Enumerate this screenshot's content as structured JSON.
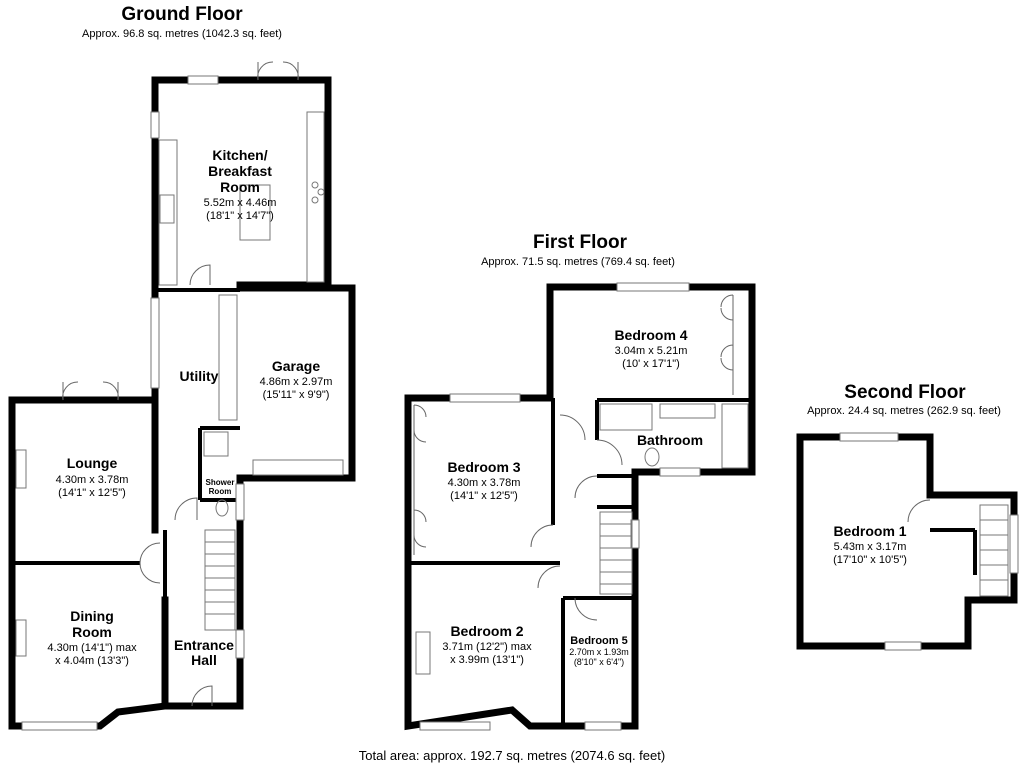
{
  "floors": {
    "ground": {
      "title": "Ground Floor",
      "area": "Approx. 96.8 sq. metres (1042.3 sq. feet)"
    },
    "first": {
      "title": "First Floor",
      "area": "Approx. 71.5 sq. metres (769.4 sq. feet)"
    },
    "second": {
      "title": "Second Floor",
      "area": "Approx. 24.4 sq. metres (262.9 sq. feet)"
    }
  },
  "rooms": {
    "kitchen": {
      "name1": "Kitchen/",
      "name2": "Breakfast",
      "name3": "Room",
      "dim1": "5.52m x 4.46m",
      "dim2": "(18'1\" x 14'7\")"
    },
    "utility": {
      "name": "Utility"
    },
    "garage": {
      "name": "Garage",
      "dim1": "4.86m x 2.97m",
      "dim2": "(15'11\" x 9'9\")"
    },
    "lounge": {
      "name": "Lounge",
      "dim1": "4.30m x 3.78m",
      "dim2": "(14'1\" x 12'5\")"
    },
    "shower": {
      "name1": "Shower",
      "name2": "Room"
    },
    "dining": {
      "name1": "Dining",
      "name2": "Room",
      "dim1": "4.30m (14'1\") max",
      "dim2": "x 4.04m (13'3\")"
    },
    "hall": {
      "name1": "Entrance",
      "name2": "Hall"
    },
    "bedroom4": {
      "name": "Bedroom 4",
      "dim1": "3.04m x 5.21m",
      "dim2": "(10' x 17'1\")"
    },
    "bathroom": {
      "name": "Bathroom"
    },
    "bedroom3": {
      "name": "Bedroom 3",
      "dim1": "4.30m x 3.78m",
      "dim2": "(14'1\" x 12'5\")"
    },
    "bedroom2": {
      "name": "Bedroom 2",
      "dim1": "3.71m (12'2\") max",
      "dim2": "x 3.99m (13'1\")"
    },
    "bedroom5": {
      "name": "Bedroom 5",
      "dim1": "2.70m x 1.93m",
      "dim2": "(8'10\" x 6'4\")"
    },
    "bedroom1": {
      "name": "Bedroom 1",
      "dim1": "5.43m x 3.17m",
      "dim2": "(17'10\" x 10'5\")"
    }
  },
  "total_area": "Total area: approx. 192.7 sq. metres (2074.6 sq. feet)"
}
